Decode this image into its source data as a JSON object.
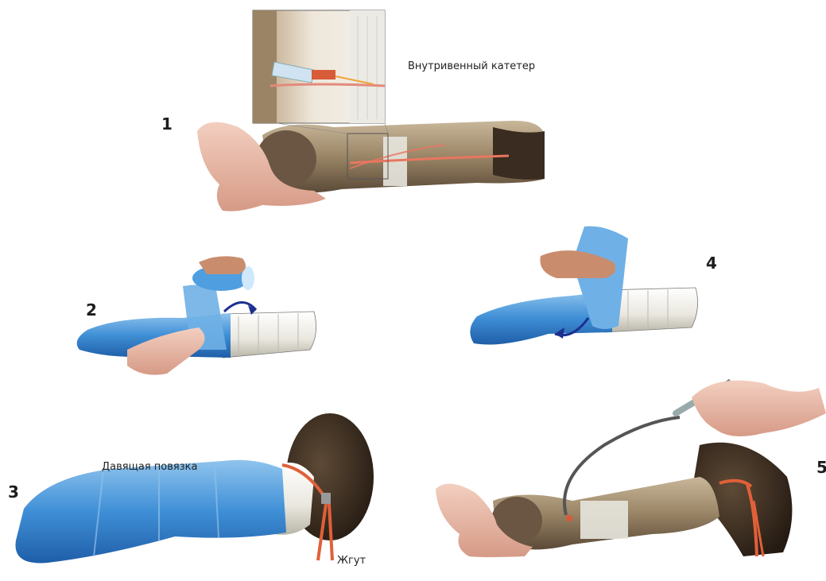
{
  "labels": {
    "catheter": "Внутривенный катетер",
    "pressure_bandage": "Давящая повязка",
    "tourniquet": "Жгут"
  },
  "steps": {
    "s1": "1",
    "s2": "2",
    "s3": "3",
    "s4": "4",
    "s5": "5"
  }
}
